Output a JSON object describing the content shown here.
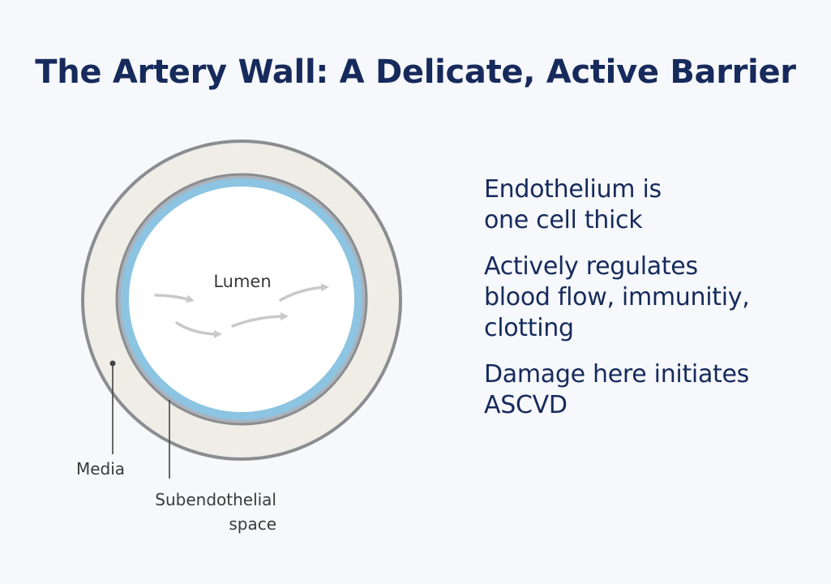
{
  "title": "The Artery Wall: A Delicate, Active Barrier",
  "diagram": {
    "labels": {
      "lumen": "Lumen",
      "media": "Media",
      "subendothelial_line1": "Subendothelial",
      "subendothelial_line2": "space"
    },
    "colors": {
      "media_fill": "#efede6",
      "outline": "#8b8d91",
      "endothelium": "#8cc4e2",
      "lumen_fill": "#ffffff",
      "flow_arrow": "#c9c9c9"
    }
  },
  "points": [
    {
      "line1": "Endothelium is",
      "line2": "one cell thick"
    },
    {
      "line1": "Actively regulates",
      "line2": "blood flow, immunitiy,",
      "line3": "clotting"
    },
    {
      "line1": "Damage here initiates",
      "line2": "ASCVD"
    }
  ]
}
